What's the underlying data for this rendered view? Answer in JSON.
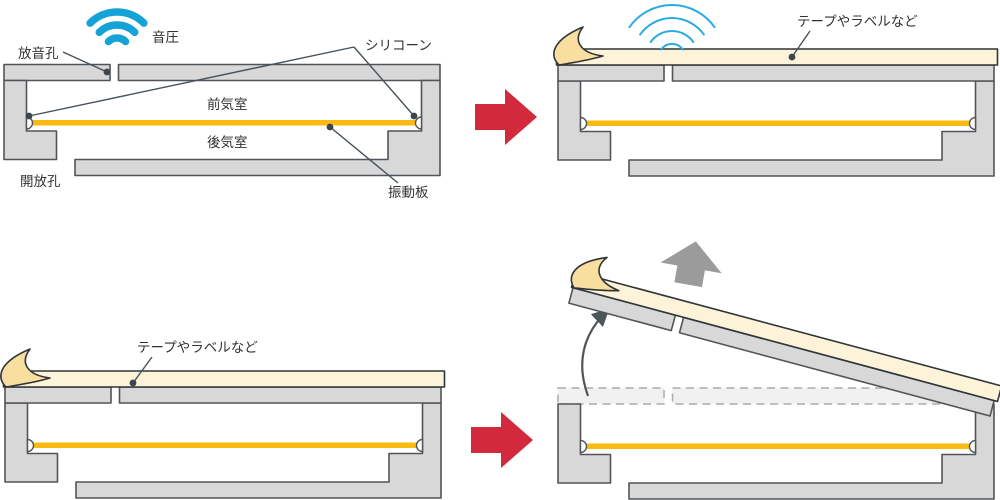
{
  "panel_top_left": {
    "sound_emission_hole_label": "放音孔",
    "sound_pressure_label": "音圧",
    "silicone_label": "シリコーン",
    "front_air_chamber_label": "前気室",
    "rear_air_chamber_label": "後気室",
    "open_hole_label": "開放孔",
    "diaphragm_label": "振動板"
  },
  "panel_top_right": {
    "tape_label": "テープやラベルなど"
  },
  "panel_bottom_left": {
    "tape_label": "テープやラベルなど"
  },
  "colors": {
    "structure_gray": "#D8D8D8",
    "structure_outline": "#515559",
    "diaphragm_yellow": "#FBBA12",
    "tape_cream": "#FDF3D8",
    "tape_curl": "#F8DF9F",
    "tape_outline": "#2F3539",
    "sound_wave_filled_cyan": "#14A3D6",
    "sound_wave_outline_cyan": "#29ABE2",
    "transition_arrow_red": "#D22A3C",
    "peel_arrow_gray": "#9B9B9B",
    "ghost_outline_gray": "#ABABAB",
    "label_text": "#323232"
  }
}
